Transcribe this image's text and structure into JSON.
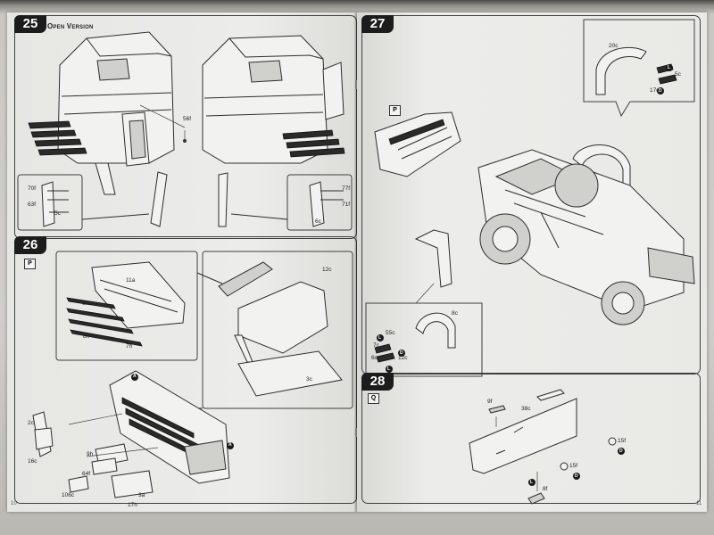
{
  "page_numbers": {
    "left": "10",
    "right": "11"
  },
  "steps": [
    {
      "number": "25",
      "subtitle": "Open Version",
      "parts": [
        "56f",
        "70f",
        "63f",
        "5c",
        "77f",
        "71f",
        "6c"
      ]
    },
    {
      "number": "26",
      "tag": "P",
      "parts": [
        "11a",
        "6h",
        "8h",
        "7h",
        "12c",
        "3c",
        "2c",
        "16c",
        "9h",
        "64f",
        "106c",
        "3a",
        "17h"
      ],
      "callouts": [
        "A",
        "A"
      ]
    },
    {
      "number": "27",
      "tag": "P",
      "parts": [
        "20c",
        "5c",
        "17c",
        "55c",
        "7c",
        "6c",
        "12c",
        "8c"
      ],
      "callouts": [
        "L",
        "D",
        "L",
        "D",
        "L"
      ]
    },
    {
      "number": "28",
      "tag": "Q",
      "parts": [
        "9f",
        "38c",
        "15f",
        "15f",
        "8f"
      ],
      "callouts": [
        "D",
        "D",
        "L"
      ]
    }
  ]
}
